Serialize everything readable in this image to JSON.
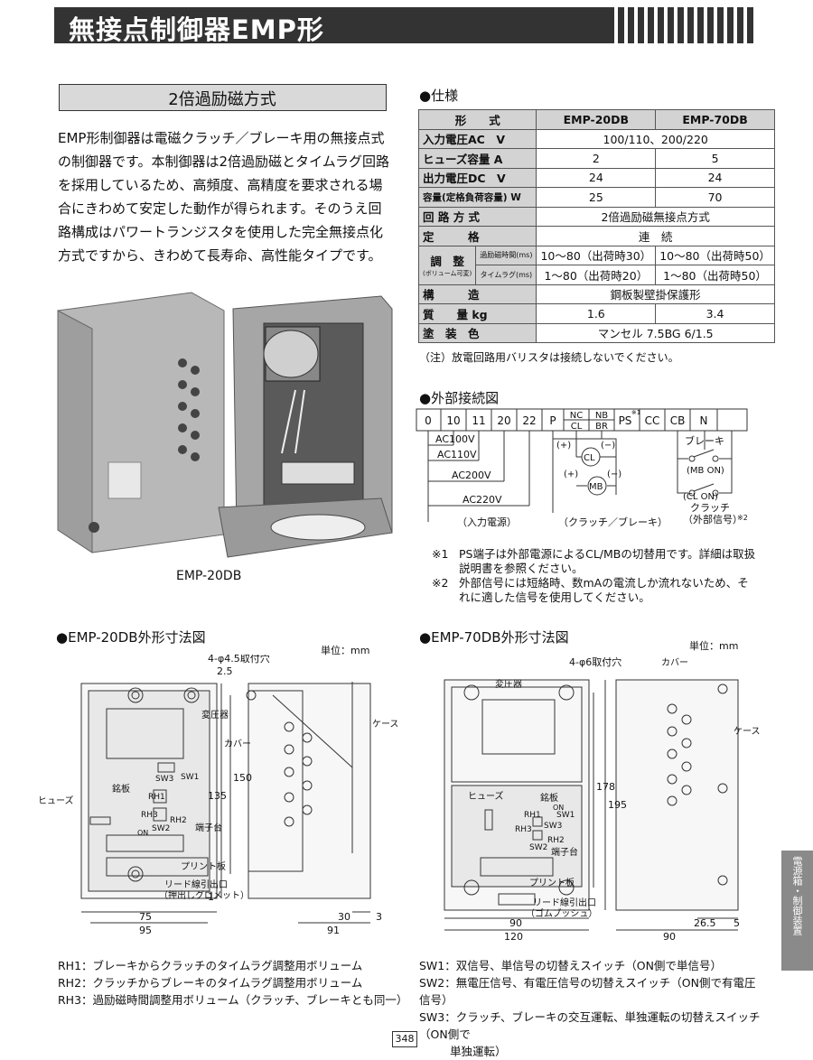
{
  "header": {
    "title": "無接点制御器EMP形"
  },
  "subtitle": "2倍過励磁方式",
  "intro": "EMP形制御器は電磁クラッチ／ブレーキ用の無接点式の制御器です。本制御器は2倍過励磁とタイムラグ回路を採用しているため、高頻度、高精度を要求される場合にきわめて安定した動作が得られます。そのうえ回路構成はパワートランジスタを使用した完全無接点化方式ですから、きわめて長寿命、高性能タイプです。",
  "photo_caption": "EMP-20DB",
  "spec": {
    "heading": "●仕様",
    "col_header": "形　　式",
    "models": [
      "EMP-20DB",
      "EMP-70DB"
    ],
    "rows": {
      "input_voltage": {
        "label": "入力電圧AC　V",
        "value": "100/110、200/220"
      },
      "fuse": {
        "label": "ヒューズ容量 A",
        "v1": "2",
        "v2": "5"
      },
      "output_voltage": {
        "label": "出力電圧DC　V",
        "v1": "24",
        "v2": "24"
      },
      "capacity": {
        "label": "容量(定格負荷容量) W",
        "v1": "25",
        "v2": "70"
      },
      "circuit": {
        "label": "回 路 方 式",
        "value": "2倍過励磁無接点方式"
      },
      "rating": {
        "label": "定　　　格",
        "value": "連　続"
      },
      "adjust_label": "調　整",
      "adjust_sub": "(ボリューム可変)",
      "adj1": {
        "label": "過励磁時間(ms)",
        "v1": "10～80（出荷時30）",
        "v2": "10～80（出荷時50）"
      },
      "adj2": {
        "label": "タイムラグ(ms)",
        "v1": "1～80（出荷時20）",
        "v2": "1～80（出荷時50）"
      },
      "structure": {
        "label": "構　　　造",
        "value": "鋼板製壁掛保護形"
      },
      "mass": {
        "label": "質　　量 kg",
        "v1": "1.6",
        "v2": "3.4"
      },
      "paint": {
        "label": "塗　装　色",
        "value": "マンセル 7.5BG 6/1.5"
      }
    },
    "note": "（注）放電回路用バリスタは接続しないでください。"
  },
  "connection": {
    "heading": "●外部接続図",
    "terminals": [
      "0",
      "10",
      "11",
      "20",
      "22",
      "P",
      "NC",
      "CL",
      "NB",
      "BR",
      "PS",
      "※1",
      "CC",
      "CB",
      "N"
    ],
    "ac": [
      "AC100V",
      "AC110V",
      "AC200V",
      "AC220V"
    ],
    "input_label": "（入力電源）",
    "clutch_brake_label": "（クラッチ／ブレーキ）",
    "cl": "CL",
    "mb": "MB",
    "plus": "(+)",
    "minus": "(−)",
    "brake": "ブレーキ",
    "mb_on": "(MB ON)",
    "cl_on": "(CL ON)",
    "clutch": "クラッチ",
    "ext_signal": "（外部信号）",
    "mark2": "※2"
  },
  "footnotes": [
    {
      "mark": "※1",
      "text": "PS端子は外部電源によるCL/MBの切替用です。詳細は取扱説明書を参照ください。"
    },
    {
      "mark": "※2",
      "text": "外部信号には短絡時、数mAの電流しか流れないため、それに適した信号を使用してください。"
    }
  ],
  "dim20": {
    "heading": "●EMP-20DB外形寸法図",
    "unit": "単位：mm",
    "labels": {
      "hole": "4-φ4.5取付穴",
      "transformer": "変圧器",
      "cover": "カバー",
      "case": "ケース",
      "fuse": "ヒューズ",
      "nameplate": "銘板",
      "terminal": "端子台",
      "pcb": "プリント板",
      "lead": "リード線引出口",
      "grommet": "（押出しグロメット）",
      "sw3": "SW3",
      "sw1": "SW1",
      "sw2": "SW2",
      "rh1": "RH1",
      "rh2": "RH2",
      "rh3": "RH3",
      "on": "ON"
    },
    "dims": [
      "2.5",
      "135",
      "150",
      "1",
      "75",
      "95",
      "30",
      "91",
      "3"
    ]
  },
  "dim70": {
    "heading": "●EMP-70DB外形寸法図",
    "unit": "単位：mm",
    "labels": {
      "hole": "4-φ6取付穴",
      "transformer": "変圧器",
      "cover": "カバー",
      "case": "ケース",
      "fuse": "ヒューズ",
      "nameplate": "銘板",
      "terminal": "端子台",
      "pcb": "プリント板",
      "lead": "リード線引出口",
      "bush": "（ゴムブッシュ）",
      "sw1": "SW1",
      "sw2": "SW2",
      "sw3": "SW3",
      "rh1": "RH1",
      "rh2": "RH2",
      "rh3": "RH3",
      "on": "ON"
    },
    "dims": [
      "178",
      "195",
      "90",
      "120",
      "26.5",
      "90",
      "5"
    ]
  },
  "legend_rh": [
    "RH1：ブレーキからクラッチのタイムラグ調整用ボリューム",
    "RH2：クラッチからブレーキのタイムラグ調整用ボリューム",
    "RH3：過励磁時間調整用ボリューム（クラッチ、ブレーキとも同一）"
  ],
  "legend_sw": [
    "SW1：双信号、単信号の切替えスイッチ（ON側で単信号）",
    "SW2：無電圧信号、有電圧信号の切替えスイッチ（ON側で有電圧信号）",
    "SW3：クラッチ、ブレーキの交互運転、単独運転の切替えスイッチ（ON側で",
    "単独運転）"
  ],
  "side_tab": "電源箱・制御装置",
  "page_number": "348",
  "colors": {
    "header_bg": "#333333",
    "label_bg": "#d3d3d3",
    "tab_bg": "#8a8a8a"
  }
}
